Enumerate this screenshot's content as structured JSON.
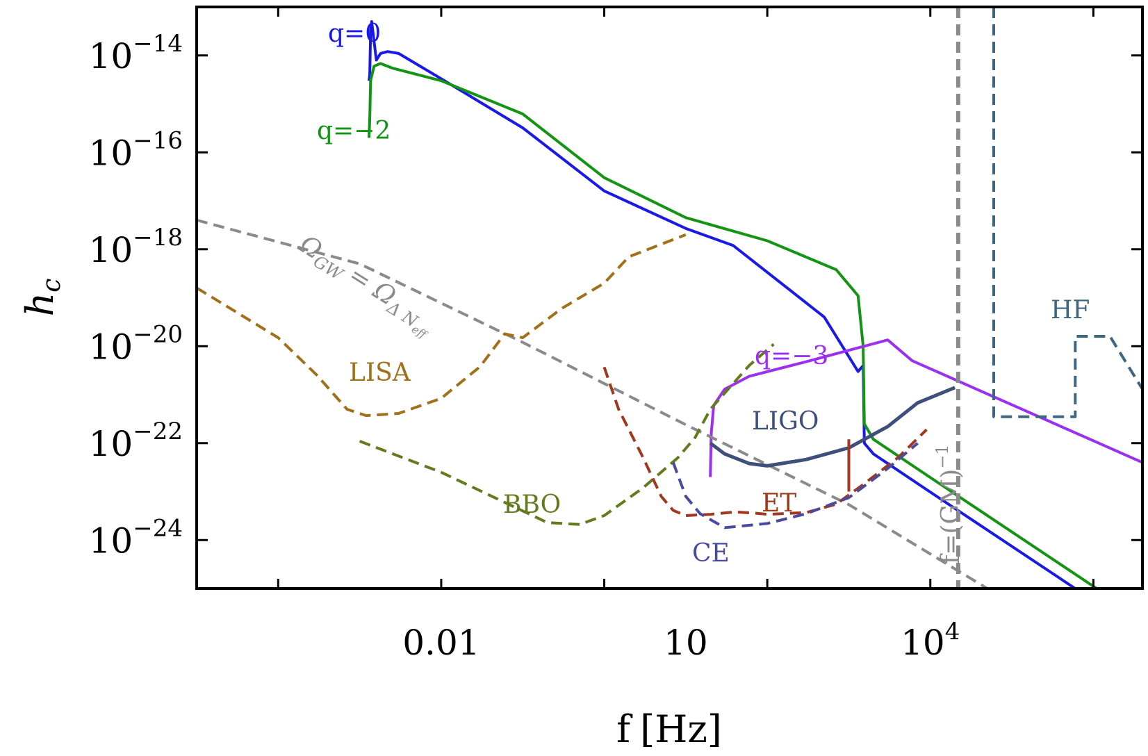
{
  "chart_data": {
    "type": "line",
    "title": "",
    "xlabel_main": "f",
    "xlabel_unit": "[Hz]",
    "ylabel_main": "h",
    "ylabel_sub": "c",
    "xscale": "log",
    "yscale": "log",
    "xlim": [
      1e-05,
      4000000
    ],
    "ylim": [
      1e-25,
      1e-13
    ],
    "x_ticks": [
      {
        "value": 0.01,
        "label": "0.01"
      },
      {
        "value": 10,
        "label": "10"
      },
      {
        "value": 10000,
        "label": "10",
        "sup": "4"
      }
    ],
    "x_minor_ticks": [
      0.0001,
      0.01,
      1,
      100,
      10000,
      1000000
    ],
    "y_ticks": [
      {
        "value": 1e-14,
        "exp": "−14"
      },
      {
        "value": 1e-16,
        "exp": "−16"
      },
      {
        "value": 1e-18,
        "exp": "−18"
      },
      {
        "value": 1e-20,
        "exp": "−20"
      },
      {
        "value": 1e-22,
        "exp": "−22"
      },
      {
        "value": 1e-24,
        "exp": "−24"
      }
    ],
    "y_tick_base": "10",
    "series": [
      {
        "name": "q=0",
        "color": "#1a1ae6",
        "style": "solid",
        "width": 4,
        "points": [
          [
            0.0013,
            3e-15
          ],
          [
            0.00133,
            4e-15
          ],
          [
            0.00136,
            3e-14
          ],
          [
            0.0014,
            5e-14
          ],
          [
            0.0016,
            8e-15
          ],
          [
            0.0018,
            1.1e-14
          ],
          [
            0.0022,
            1.2e-14
          ],
          [
            0.003,
            1.1e-14
          ],
          [
            0.01,
            3.3e-15
          ],
          [
            0.1,
            3.2e-16
          ],
          [
            1,
            1.6e-17
          ],
          [
            10,
            2.7e-18
          ],
          [
            38,
            1.2e-18
          ],
          [
            500,
            4e-20
          ],
          [
            1300,
            3e-21
          ],
          [
            1500,
            4e-21
          ],
          [
            1550,
            1e-22
          ],
          [
            2000,
            6e-23
          ],
          [
            9000,
            1.1e-23
          ],
          [
            600000,
            1e-25
          ]
        ]
      },
      {
        "name": "q=−2",
        "color": "#149414",
        "style": "solid",
        "width": 4,
        "points": [
          [
            0.0013,
            2e-16
          ],
          [
            0.00133,
            5e-16
          ],
          [
            0.00136,
            3e-15
          ],
          [
            0.0015,
            6e-15
          ],
          [
            0.0018,
            6.8e-15
          ],
          [
            0.0025,
            5.5e-15
          ],
          [
            0.01,
            3e-15
          ],
          [
            0.1,
            6.2e-16
          ],
          [
            1,
            3e-17
          ],
          [
            10,
            4.5e-18
          ],
          [
            100,
            1.5e-18
          ],
          [
            700,
            3.8e-19
          ],
          [
            1300,
            1.1e-19
          ],
          [
            1500,
            1e-20
          ],
          [
            1550,
            2.5e-22
          ],
          [
            2000,
            1.2e-22
          ],
          [
            9000,
            2.2e-23
          ],
          [
            1100000,
            1e-25
          ]
        ]
      },
      {
        "name": "q=−3",
        "color": "#9b30f0",
        "style": "solid",
        "width": 4,
        "points": [
          [
            20,
            2e-23
          ],
          [
            20.5,
            1.5e-22
          ],
          [
            22,
            6e-22
          ],
          [
            30,
            1.3e-21
          ],
          [
            60,
            2.4e-21
          ],
          [
            300,
            4.8e-21
          ],
          [
            3000,
            1.35e-20
          ],
          [
            6000,
            5e-21
          ],
          [
            4000000,
            4e-23
          ]
        ]
      },
      {
        "name": "Ω",
        "color": "#8a8a8a",
        "style": "dashed",
        "width": 4,
        "points": [
          [
            1e-05,
            4e-18
          ],
          [
            0.001,
            5e-19
          ],
          [
            0.1,
            1.2e-20
          ],
          [
            10,
            2.4e-22
          ],
          [
            1000,
            5.4e-24
          ],
          [
            50000,
            1e-25
          ]
        ]
      },
      {
        "name": "LISA",
        "color": "#a0701a",
        "style": "dashed",
        "width": 4,
        "points": [
          [
            1e-05,
            1.6e-19
          ],
          [
            0.0001,
            1.5e-20
          ],
          [
            0.0003,
            2.5e-21
          ],
          [
            0.0007,
            5e-22
          ],
          [
            0.0012,
            3.7e-22
          ],
          [
            0.003,
            4.1e-22
          ],
          [
            0.01,
            8.4e-22
          ],
          [
            0.03,
            3.8e-21
          ],
          [
            0.06,
            1.8e-20
          ],
          [
            0.1,
            1.5e-20
          ],
          [
            0.3,
            6e-20
          ],
          [
            1,
            2e-19
          ],
          [
            2,
            7e-19
          ],
          [
            10,
            2e-18
          ]
        ]
      },
      {
        "name": "BBO",
        "color": "#647a1e",
        "style": "dashed",
        "width": 4,
        "points": [
          [
            0.001,
            1.1e-22
          ],
          [
            0.01,
            2.5e-23
          ],
          [
            0.1,
            4e-24
          ],
          [
            0.2,
            2.3e-24
          ],
          [
            0.5,
            2.1e-24
          ],
          [
            1,
            3.2e-24
          ],
          [
            3,
            1.2e-23
          ],
          [
            8,
            5e-23
          ],
          [
            13,
            1.3e-22
          ],
          [
            20,
            5e-22
          ],
          [
            60,
            4e-21
          ],
          [
            120,
            1.1e-20
          ]
        ]
      },
      {
        "name": "ET",
        "color": "#a0381e",
        "style": "dashed",
        "width": 4,
        "points": [
          [
            1,
            3.7e-21
          ],
          [
            1.5,
            5e-22
          ],
          [
            3,
            5e-23
          ],
          [
            5,
            8e-24
          ],
          [
            7,
            4.1e-24
          ],
          [
            10,
            3.2e-24
          ],
          [
            20,
            3.4e-24
          ],
          [
            40,
            3.8e-24
          ],
          [
            70,
            3.6e-24
          ],
          [
            100,
            3.4e-24
          ],
          [
            300,
            3.7e-24
          ],
          [
            700,
            5.5e-24
          ],
          [
            1500,
            1.4e-23
          ],
          [
            4000,
            5e-23
          ],
          [
            9000,
            1.9e-22
          ]
        ]
      },
      {
        "name": "CE",
        "color": "#4a4aa0",
        "style": "dashed",
        "width": 4,
        "points": [
          [
            7,
            4e-23
          ],
          [
            10,
            8e-24
          ],
          [
            15,
            3.5e-24
          ],
          [
            30,
            1.8e-24
          ],
          [
            100,
            2.2e-24
          ],
          [
            300,
            3.5e-24
          ],
          [
            1000,
            7.5e-24
          ],
          [
            3000,
            3e-23
          ],
          [
            7000,
            1e-22
          ]
        ]
      },
      {
        "name": "LIGO",
        "color": "#3d4f7a",
        "style": "solid",
        "width": 5,
        "points": [
          [
            20,
            1e-22
          ],
          [
            30,
            6e-23
          ],
          [
            60,
            3.8e-23
          ],
          [
            100,
            3.4e-23
          ],
          [
            300,
            4.6e-23
          ],
          [
            1000,
            8e-23
          ],
          [
            3000,
            2.2e-22
          ],
          [
            7000,
            6.8e-22
          ],
          [
            20000,
            1.4e-21
          ]
        ]
      },
      {
        "name": "ET_notch",
        "color": "#a0381e",
        "style": "solid",
        "width": 4,
        "points": [
          [
            1000,
            1.2e-22
          ],
          [
            1000,
            1e-23
          ]
        ]
      },
      {
        "name": "HF",
        "color": "#3e6680",
        "style": "dashed",
        "width": 4,
        "points": [
          [
            60000,
            1e-13
          ],
          [
            60000,
            3.5e-22
          ],
          [
            600000,
            3.5e-22
          ],
          [
            600000,
            1.6e-20
          ],
          [
            1600000,
            1.6e-20
          ],
          [
            4000000,
            1.3e-21
          ]
        ]
      },
      {
        "name": "f=(GM)^{-1}",
        "color": "#8a8a8a",
        "style": "dashed",
        "width": 6,
        "points": [
          [
            22000,
            1e-13
          ],
          [
            22000,
            1e-25
          ]
        ]
      }
    ],
    "labels": {
      "q0": "q=0",
      "q2": "q=−2",
      "q3": "q=−3",
      "lisa": "LISA",
      "bbo": "BBO",
      "et": "ET",
      "ce": "CE",
      "ligo": "LIGO",
      "hf": "HF",
      "omega_main": "Ω",
      "omega_sub1": "GW",
      "omega_eq": "= Ω",
      "omega_sub2": "Δ N",
      "omega_sub3": "eff",
      "fgm_main": "f=(GM)",
      "fgm_sup": "−1"
    },
    "colors": {
      "q0": "#1a1ae6",
      "q2": "#149414",
      "q3": "#9b30f0",
      "lisa": "#a0701a",
      "bbo": "#647a1e",
      "et": "#a0381e",
      "ce": "#4a4aa0",
      "ligo": "#3d4f7a",
      "hf": "#3e6680",
      "omega": "#8a8a8a",
      "fgm": "#8a8a8a"
    }
  }
}
